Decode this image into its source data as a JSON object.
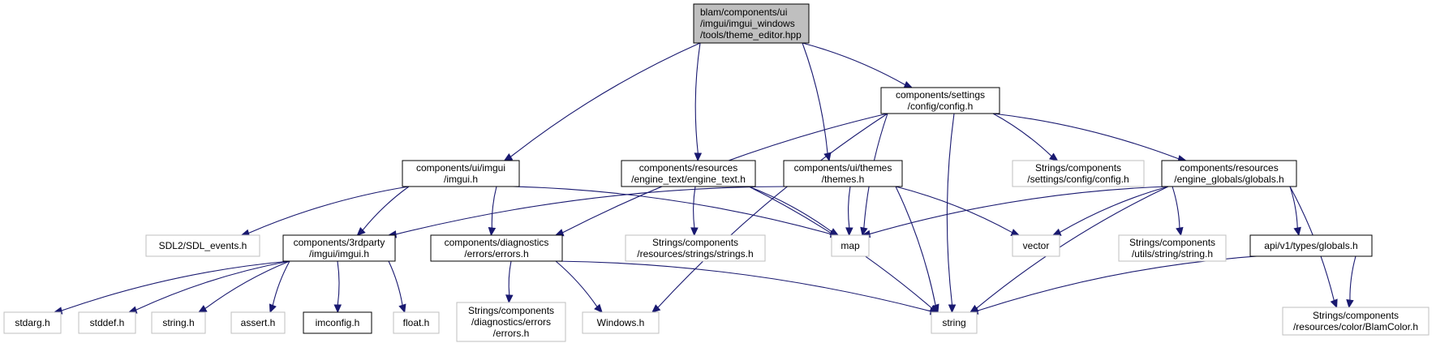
{
  "colors": {
    "edge": "#191970",
    "root_fill": "#bfbfbf",
    "node_border": "#000000",
    "external_border": "#bfbfbf"
  },
  "nodes": [
    {
      "id": "root",
      "kind": "root",
      "lines": [
        "blam/components/ui",
        "/imgui/imgui_windows",
        "/tools/theme_editor.hpp"
      ]
    },
    {
      "id": "settings_config",
      "kind": "normal",
      "lines": [
        "components/settings",
        "/config/config.h"
      ]
    },
    {
      "id": "ui_imgui",
      "kind": "normal",
      "lines": [
        "components/ui/imgui",
        "/imgui.h"
      ]
    },
    {
      "id": "engine_text",
      "kind": "normal",
      "lines": [
        "components/resources",
        "/engine_text/engine_text.h"
      ]
    },
    {
      "id": "ui_themes",
      "kind": "normal",
      "lines": [
        "components/ui/themes",
        "/themes.h"
      ]
    },
    {
      "id": "strings_config",
      "kind": "ext",
      "lines": [
        "Strings/components",
        "/settings/config/config.h"
      ]
    },
    {
      "id": "engine_globals",
      "kind": "normal",
      "lines": [
        "components/resources",
        "/engine_globals/globals.h"
      ]
    },
    {
      "id": "sdl_events",
      "kind": "ext",
      "lines": [
        "SDL2/SDL_events.h"
      ]
    },
    {
      "id": "imgui_3rdparty",
      "kind": "normal",
      "lines": [
        "components/3rdparty",
        "/imgui/imgui.h"
      ]
    },
    {
      "id": "diag_errors",
      "kind": "normal",
      "lines": [
        "components/diagnostics",
        "/errors/errors.h"
      ]
    },
    {
      "id": "strings_strings",
      "kind": "ext",
      "lines": [
        "Strings/components",
        "/resources/strings/strings.h"
      ]
    },
    {
      "id": "map",
      "kind": "ext",
      "lines": [
        "map"
      ]
    },
    {
      "id": "vector",
      "kind": "ext",
      "lines": [
        "vector"
      ]
    },
    {
      "id": "strings_utils",
      "kind": "ext",
      "lines": [
        "Strings/components",
        "/utils/string/string.h"
      ]
    },
    {
      "id": "api_globals",
      "kind": "normal",
      "lines": [
        "api/v1/types/globals.h"
      ]
    },
    {
      "id": "stdarg",
      "kind": "ext",
      "lines": [
        "stdarg.h"
      ]
    },
    {
      "id": "stddef",
      "kind": "ext",
      "lines": [
        "stddef.h"
      ]
    },
    {
      "id": "string_h",
      "kind": "ext",
      "lines": [
        "string.h"
      ]
    },
    {
      "id": "assert",
      "kind": "ext",
      "lines": [
        "assert.h"
      ]
    },
    {
      "id": "imconfig",
      "kind": "normal",
      "lines": [
        "imconfig.h"
      ]
    },
    {
      "id": "float",
      "kind": "ext",
      "lines": [
        "float.h"
      ]
    },
    {
      "id": "strings_errors",
      "kind": "ext",
      "lines": [
        "Strings/components",
        "/diagnostics/errors",
        "/errors.h"
      ]
    },
    {
      "id": "windows",
      "kind": "ext",
      "lines": [
        "Windows.h"
      ]
    },
    {
      "id": "string",
      "kind": "ext",
      "lines": [
        "string"
      ]
    },
    {
      "id": "strings_blamcolor",
      "kind": "ext",
      "lines": [
        "Strings/components",
        "/resources/color/BlamColor.h"
      ]
    }
  ],
  "edges": [
    [
      "root",
      "ui_imgui"
    ],
    [
      "root",
      "engine_text"
    ],
    [
      "root",
      "ui_themes"
    ],
    [
      "root",
      "settings_config"
    ],
    [
      "settings_config",
      "diag_errors"
    ],
    [
      "settings_config",
      "windows"
    ],
    [
      "settings_config",
      "map"
    ],
    [
      "settings_config",
      "string"
    ],
    [
      "settings_config",
      "strings_config"
    ],
    [
      "settings_config",
      "engine_globals"
    ],
    [
      "ui_imgui",
      "sdl_events"
    ],
    [
      "ui_imgui",
      "imgui_3rdparty"
    ],
    [
      "ui_imgui",
      "diag_errors"
    ],
    [
      "ui_imgui",
      "map"
    ],
    [
      "engine_text",
      "strings_strings"
    ],
    [
      "engine_text",
      "map"
    ],
    [
      "engine_text",
      "string"
    ],
    [
      "ui_themes",
      "imgui_3rdparty"
    ],
    [
      "ui_themes",
      "map"
    ],
    [
      "ui_themes",
      "string"
    ],
    [
      "ui_themes",
      "vector"
    ],
    [
      "engine_globals",
      "map"
    ],
    [
      "engine_globals",
      "vector"
    ],
    [
      "engine_globals",
      "string"
    ],
    [
      "engine_globals",
      "strings_utils"
    ],
    [
      "engine_globals",
      "api_globals"
    ],
    [
      "engine_globals",
      "strings_blamcolor"
    ],
    [
      "imgui_3rdparty",
      "stdarg"
    ],
    [
      "imgui_3rdparty",
      "stddef"
    ],
    [
      "imgui_3rdparty",
      "string_h"
    ],
    [
      "imgui_3rdparty",
      "assert"
    ],
    [
      "imgui_3rdparty",
      "imconfig"
    ],
    [
      "imgui_3rdparty",
      "float"
    ],
    [
      "diag_errors",
      "strings_errors"
    ],
    [
      "diag_errors",
      "windows"
    ],
    [
      "diag_errors",
      "string"
    ],
    [
      "api_globals",
      "string"
    ],
    [
      "api_globals",
      "strings_blamcolor"
    ]
  ]
}
